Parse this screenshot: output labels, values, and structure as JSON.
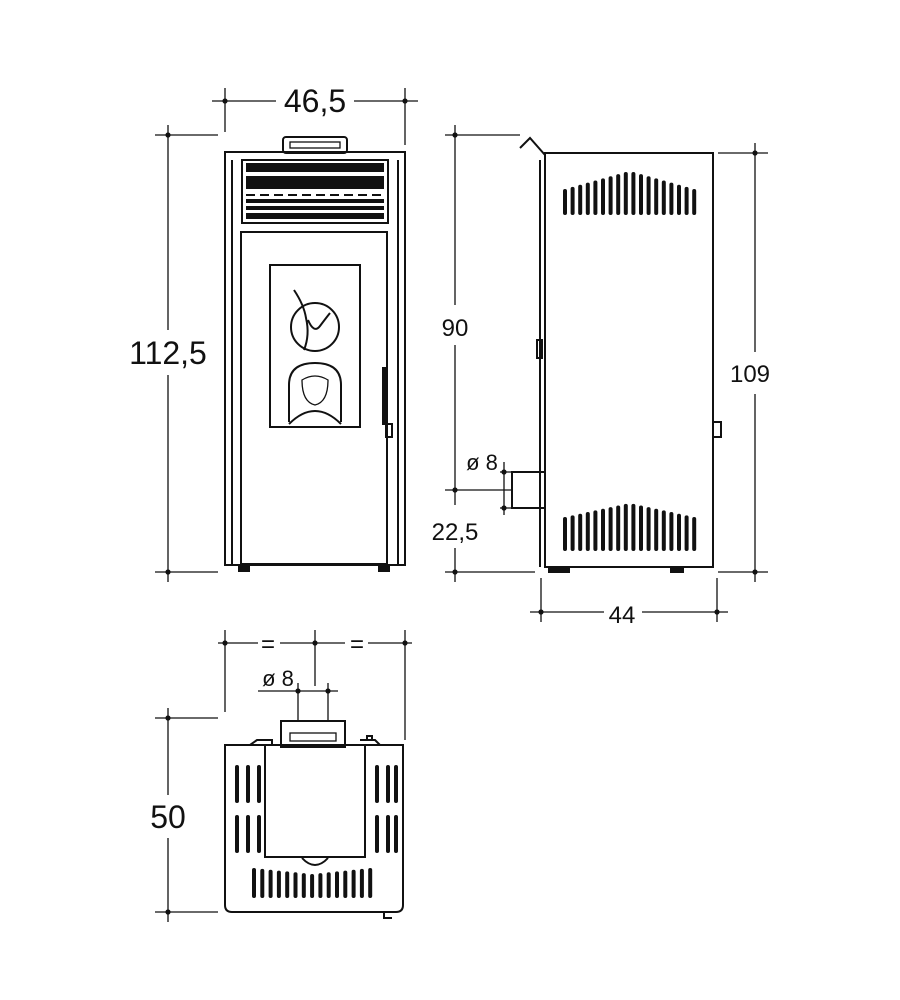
{
  "front_view": {
    "width_label": "46,5",
    "height_label": "112,5"
  },
  "side_view": {
    "height_hopper_label": "90",
    "height_body_label": "109",
    "flue_diameter_label": "ø 8",
    "flue_height_label": "22,5",
    "depth_label": "44"
  },
  "top_view": {
    "equal_left_label": "=",
    "equal_right_label": "=",
    "flue_diameter_label": "ø 8",
    "depth_label": "50"
  },
  "colors": {
    "line": "#111111",
    "background": "#ffffff"
  }
}
